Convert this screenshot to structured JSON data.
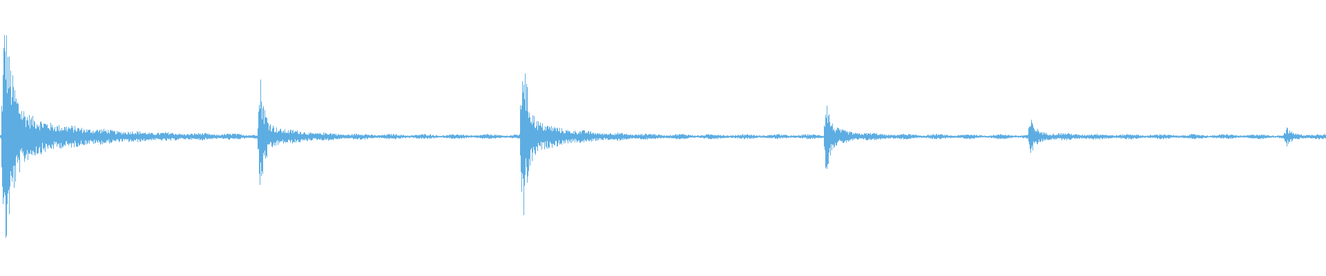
{
  "waveform": {
    "color": "#5DADE2",
    "background": "#FFFFFF",
    "events": [
      {
        "time": 0.003,
        "peak": 0.95,
        "decay": 0.05
      },
      {
        "time": 0.196,
        "peak": 0.45,
        "decay": 0.025
      },
      {
        "time": 0.394,
        "peak": 0.7,
        "decay": 0.03
      },
      {
        "time": 0.623,
        "peak": 0.32,
        "decay": 0.02
      },
      {
        "time": 0.777,
        "peak": 0.12,
        "decay": 0.03
      },
      {
        "time": 0.97,
        "peak": 0.06,
        "decay": 0.02
      }
    ],
    "noise_floor": 0.01
  }
}
